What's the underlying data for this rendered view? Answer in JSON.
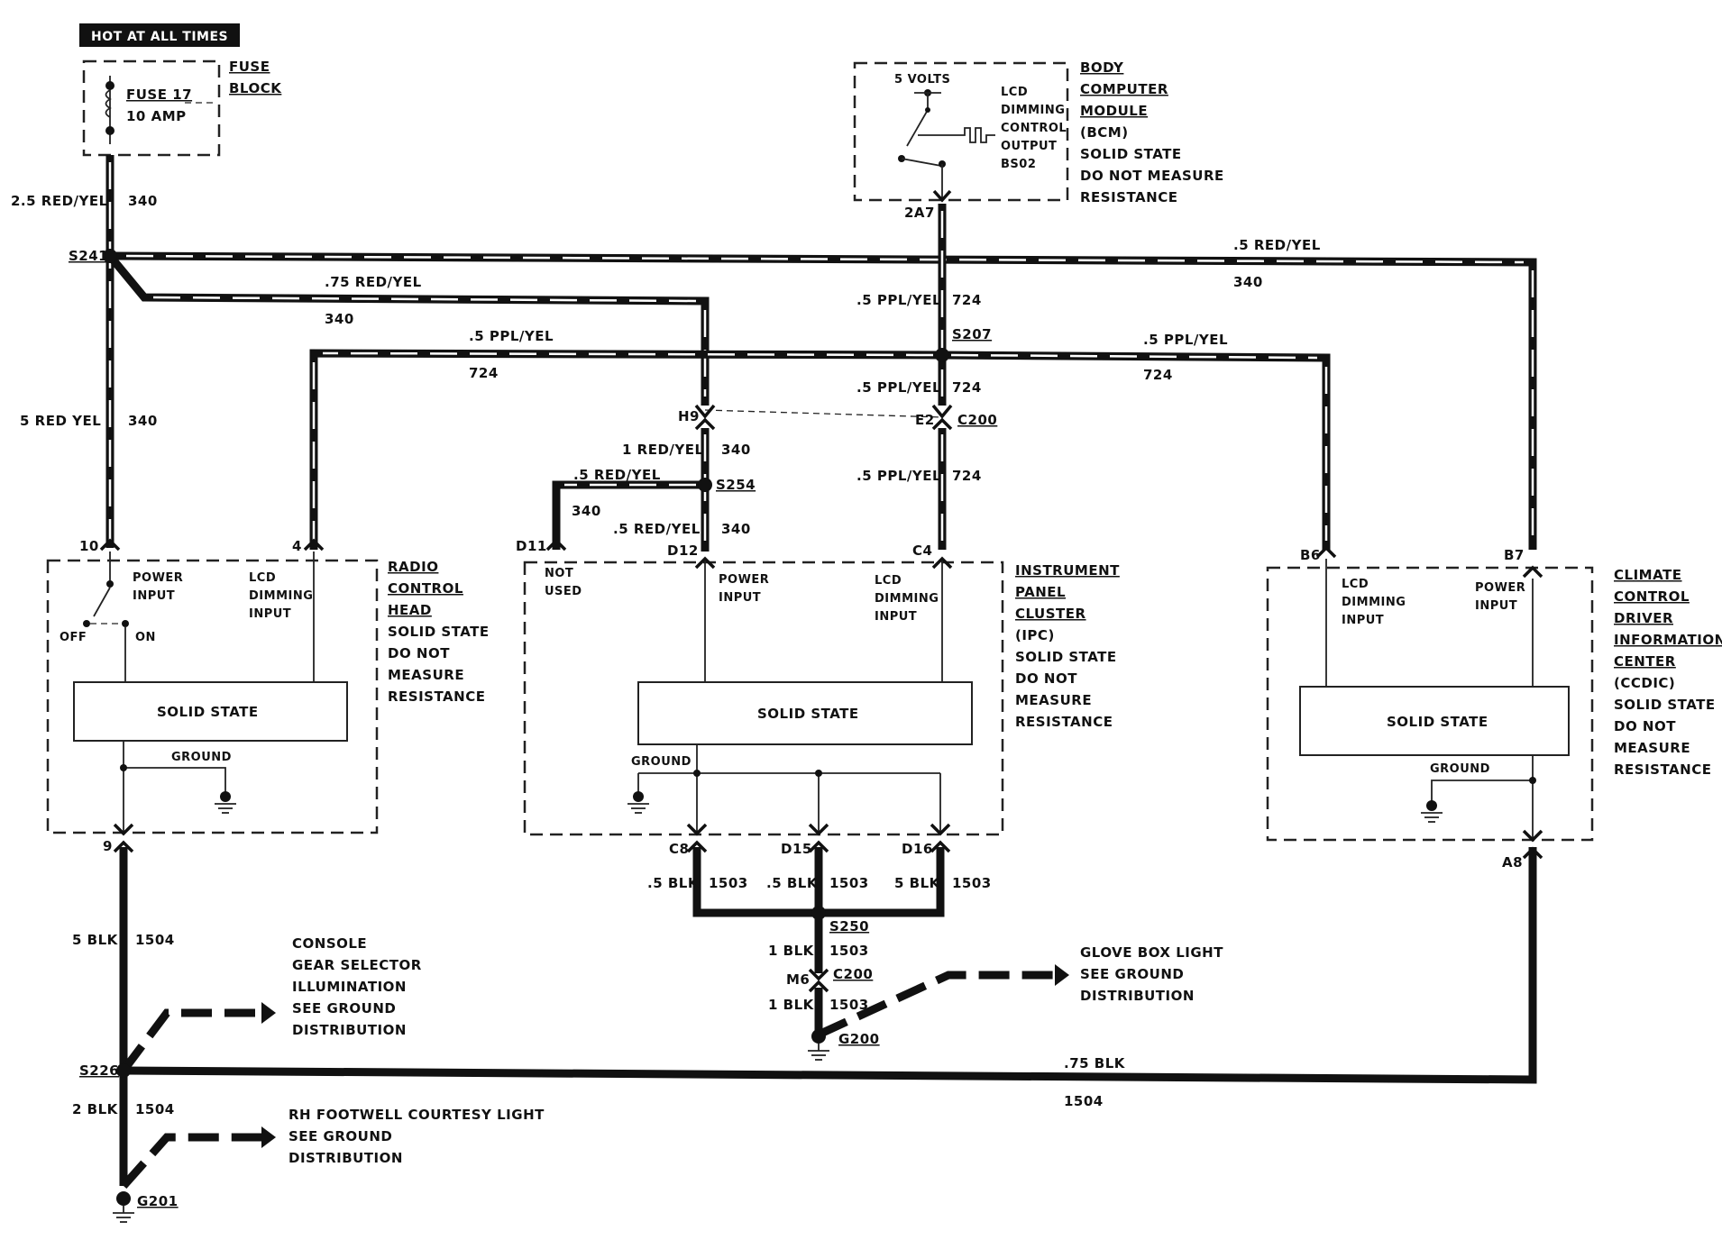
{
  "header": {
    "hot_label": "HOT AT ALL TIMES"
  },
  "fuse_block": {
    "title": [
      "FUSE",
      "BLOCK"
    ],
    "fuse_name": "FUSE 17",
    "fuse_rating": "10 AMP"
  },
  "bcm": {
    "title": [
      "BODY",
      "COMPUTER",
      "MODULE"
    ],
    "desc": [
      "(BCM)",
      "SOLID STATE",
      "DO NOT MEASURE",
      "RESISTANCE"
    ],
    "supply": "5 VOLTS",
    "output_label": [
      "LCD",
      "DIMMING",
      "CONTROL",
      "OUTPUT",
      "BS02"
    ],
    "pin": "2A7"
  },
  "radio": {
    "title": [
      "RADIO",
      "CONTROL",
      "HEAD"
    ],
    "desc": [
      "SOLID STATE",
      "DO NOT",
      "MEASURE",
      "RESISTANCE"
    ],
    "power_input": [
      "POWER",
      "INPUT"
    ],
    "lcd_input": [
      "LCD",
      "DIMMING",
      "INPUT"
    ],
    "off": "OFF",
    "on": "ON",
    "solid_state": "SOLID STATE",
    "ground": "GROUND",
    "pins": {
      "power": "10",
      "lcd": "4",
      "ground": "9"
    }
  },
  "ipc": {
    "title": [
      "INSTRUMENT",
      "PANEL",
      "CLUSTER"
    ],
    "desc": [
      "(IPC)",
      "SOLID STATE",
      "DO NOT",
      "MEASURE",
      "RESISTANCE"
    ],
    "not_used": [
      "NOT",
      "USED"
    ],
    "power_input": [
      "POWER",
      "INPUT"
    ],
    "lcd_input": [
      "LCD",
      "DIMMING",
      "INPUT"
    ],
    "solid_state": "SOLID STATE",
    "ground": "GROUND",
    "pins": {
      "not_used": "D11",
      "power": "D12",
      "lcd": "C4",
      "g1": "C8",
      "g2": "D15",
      "g3": "D16"
    }
  },
  "ccdic": {
    "title": [
      "CLIMATE",
      "CONTROL",
      "DRIVER",
      "INFORMATION",
      "CENTER"
    ],
    "desc": [
      "(CCDIC)",
      "SOLID STATE",
      "DO NOT",
      "MEASURE",
      "RESISTANCE"
    ],
    "lcd_input": [
      "LCD",
      "DIMMING",
      "INPUT"
    ],
    "power_input": [
      "POWER",
      "INPUT"
    ],
    "solid_state": "SOLID STATE",
    "ground": "GROUND",
    "pins": {
      "lcd": "B6",
      "power": "B7",
      "ground": "A8"
    }
  },
  "splices": {
    "s241": "S241",
    "s207": "S207",
    "s254": "S254",
    "s250": "S250",
    "s226": "S226"
  },
  "connectors": {
    "h9": "H9",
    "e2": "E2",
    "c200a": "C200",
    "m6": "M6",
    "c200b": "C200"
  },
  "grounds": {
    "g200": "G200",
    "g201": "G201"
  },
  "wires": {
    "fuse_out": {
      "gauge": "2.5 RED/YEL",
      "circuit": "340"
    },
    "top_right": {
      "gauge": ".5 RED/YEL",
      "circuit": "340"
    },
    "mid_branch": {
      "gauge": ".75 RED/YEL",
      "circuit": "340"
    },
    "bcm_down": {
      "gauge": ".5 PPL/YEL",
      "circuit": "724"
    },
    "radio_lcd": {
      "gauge": ".5 PPL/YEL",
      "circuit": "724"
    },
    "ccdic_lcd": {
      "gauge": ".5 PPL/YEL",
      "circuit": "724"
    },
    "radio_power": {
      "gauge": "5 RED YEL",
      "circuit": "340"
    },
    "s207_c200": {
      "gauge": ".5 PPL/YEL",
      "circuit": "724"
    },
    "h9_s254": {
      "gauge": "1 RED/YEL",
      "circuit": "340"
    },
    "to_d11": {
      "gauge": ".5 RED/YEL",
      "circuit": "340"
    },
    "c200_c4": {
      "gauge": ".5 PPL/YEL",
      "circuit": "724"
    },
    "to_d12": {
      "gauge": ".5 RED/YEL",
      "circuit": "340"
    },
    "ipc_g1": {
      "gauge": ".5 BLK",
      "circuit": "1503"
    },
    "ipc_g2": {
      "gauge": ".5 BLK",
      "circuit": "1503"
    },
    "ipc_g3": {
      "gauge": "5 BLK",
      "circuit": "1503"
    },
    "s250_c200": {
      "gauge": "1 BLK",
      "circuit": "1503"
    },
    "c200_g200": {
      "gauge": "1 BLK",
      "circuit": "1503"
    },
    "radio_gnd": {
      "gauge": "5 BLK",
      "circuit": "1504"
    },
    "s226_g201": {
      "gauge": "2 BLK",
      "circuit": "1504"
    },
    "ccdic_gnd": {
      "gauge": ".75 BLK",
      "circuit": "1504"
    }
  },
  "notes": {
    "console": [
      "CONSOLE",
      "GEAR SELECTOR",
      "ILLUMINATION",
      "SEE GROUND",
      "DISTRIBUTION"
    ],
    "footwell": [
      "RH FOOTWELL COURTESY LIGHT",
      "SEE GROUND",
      "DISTRIBUTION"
    ],
    "glovebox": [
      "GLOVE BOX LIGHT",
      "SEE GROUND",
      "DISTRIBUTION"
    ]
  }
}
